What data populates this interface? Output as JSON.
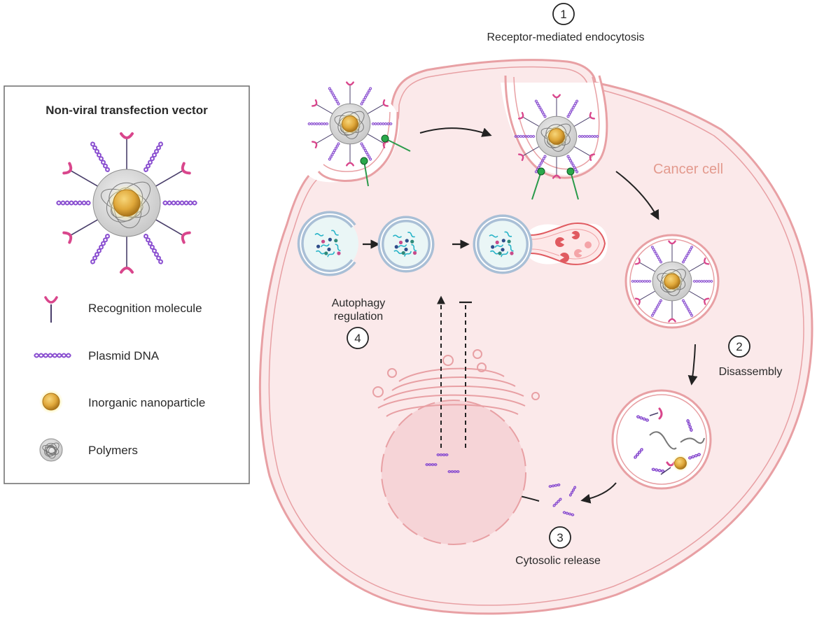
{
  "legend": {
    "title": "Non-viral transfection vector",
    "items": [
      {
        "label": "Recognition molecule",
        "icon": "recognition-molecule-icon"
      },
      {
        "label": "Plasmid DNA",
        "icon": "plasmid-dna-icon"
      },
      {
        "label": "Inorganic nanoparticle",
        "icon": "inorganic-nanoparticle-icon"
      },
      {
        "label": "Polymers",
        "icon": "polymers-icon"
      }
    ]
  },
  "cell_label": "Cancer cell",
  "steps": [
    {
      "number": "1",
      "label": "Receptor-mediated endocytosis"
    },
    {
      "number": "2",
      "label": "Disassembly"
    },
    {
      "number": "3",
      "label": "Cytosolic release"
    },
    {
      "number": "4",
      "label_line1": "Autophagy",
      "label_line2": "regulation"
    }
  ],
  "colors": {
    "membrane": "#e8a0a4",
    "cytoplasm": "#fbe9ea",
    "nucleus": "#f6d4d7",
    "dna": "#8a4fd0",
    "recognition": "#d9468c",
    "nanoparticle": "#e0a83a",
    "polymer": "#9a9a9a",
    "lysosome": "#e05a60",
    "autophagosome": "#a9bfd6",
    "arrow": "#222222"
  }
}
